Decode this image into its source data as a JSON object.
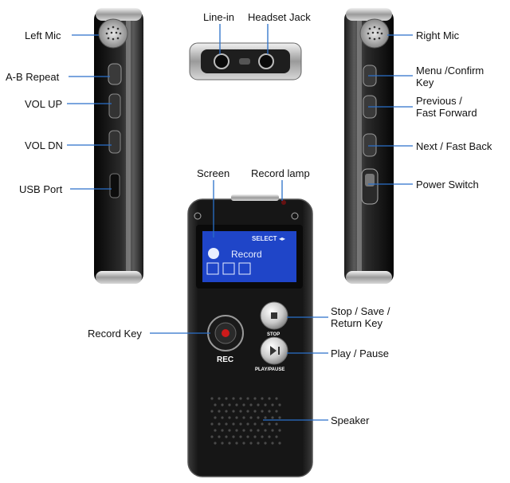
{
  "labels": {
    "left_mic": "Left Mic",
    "ab_repeat": "A-B Repeat",
    "vol_up": "VOL UP",
    "vol_dn": "VOL DN",
    "usb_port": "USB Port",
    "line_in": "Line-in",
    "headset_jack": "Headset Jack",
    "right_mic": "Right Mic",
    "menu_confirm_line1": "Menu /Confirm",
    "menu_confirm_line2": "Key",
    "previous_line1": "Previous /",
    "previous_line2": "Fast Forward",
    "next_fast_back": "Next / Fast Back",
    "power_switch": "Power Switch",
    "screen": "Screen",
    "record_lamp": "Record lamp",
    "record_key": "Record Key",
    "stop_save_line1": "Stop / Save /",
    "stop_save_line2": "Return Key",
    "play_pause": "Play / Pause",
    "speaker": "Speaker"
  },
  "device": {
    "screen_select": "SELECT",
    "screen_mode": "Record",
    "rec_label": "REC",
    "stop_label": "STOP",
    "play_label": "PLAY/PAUSE"
  },
  "colors": {
    "callout_line": "#2a6fc9",
    "screen_blue": "#1f45c8",
    "body_dark": "#1a1a1a",
    "record_red": "#cc1a1a"
  }
}
